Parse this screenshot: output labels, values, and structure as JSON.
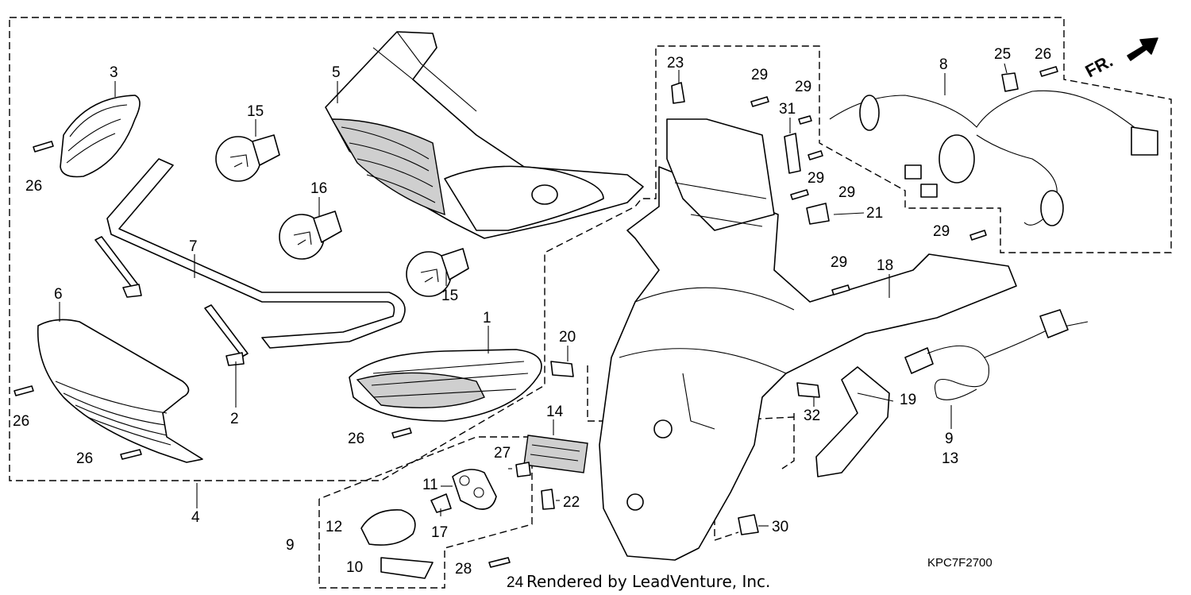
{
  "diagram_code": "KPC7F2700",
  "credit": "Rendered by LeadVenture, Inc.",
  "direction_label": "FR.",
  "callouts": [
    {
      "id": "c1",
      "label": "1"
    },
    {
      "id": "c2",
      "label": "2"
    },
    {
      "id": "c3",
      "label": "3"
    },
    {
      "id": "c4",
      "label": "4"
    },
    {
      "id": "c5",
      "label": "5"
    },
    {
      "id": "c6",
      "label": "6"
    },
    {
      "id": "c7",
      "label": "7"
    },
    {
      "id": "c8",
      "label": "8"
    },
    {
      "id": "c9a",
      "label": "9"
    },
    {
      "id": "c9b",
      "label": "9"
    },
    {
      "id": "c10",
      "label": "10"
    },
    {
      "id": "c11",
      "label": "11"
    },
    {
      "id": "c12",
      "label": "12"
    },
    {
      "id": "c13",
      "label": "13"
    },
    {
      "id": "c14",
      "label": "14"
    },
    {
      "id": "c15a",
      "label": "15"
    },
    {
      "id": "c15b",
      "label": "15"
    },
    {
      "id": "c16",
      "label": "16"
    },
    {
      "id": "c17",
      "label": "17"
    },
    {
      "id": "c18",
      "label": "18"
    },
    {
      "id": "c19",
      "label": "19"
    },
    {
      "id": "c20",
      "label": "20"
    },
    {
      "id": "c21",
      "label": "21"
    },
    {
      "id": "c22",
      "label": "22"
    },
    {
      "id": "c23",
      "label": "23"
    },
    {
      "id": "c24",
      "label": "24"
    },
    {
      "id": "c25",
      "label": "25"
    },
    {
      "id": "c26a",
      "label": "26"
    },
    {
      "id": "c26b",
      "label": "26"
    },
    {
      "id": "c26c",
      "label": "26"
    },
    {
      "id": "c26d",
      "label": "26"
    },
    {
      "id": "c26e",
      "label": "26"
    },
    {
      "id": "c27",
      "label": "27"
    },
    {
      "id": "c28",
      "label": "28"
    },
    {
      "id": "c29a",
      "label": "29"
    },
    {
      "id": "c29b",
      "label": "29"
    },
    {
      "id": "c29c",
      "label": "29"
    },
    {
      "id": "c29d",
      "label": "29"
    },
    {
      "id": "c29e",
      "label": "29"
    },
    {
      "id": "c29f",
      "label": "29"
    },
    {
      "id": "c30",
      "label": "30"
    },
    {
      "id": "c31",
      "label": "31"
    },
    {
      "id": "c32",
      "label": "32"
    }
  ]
}
